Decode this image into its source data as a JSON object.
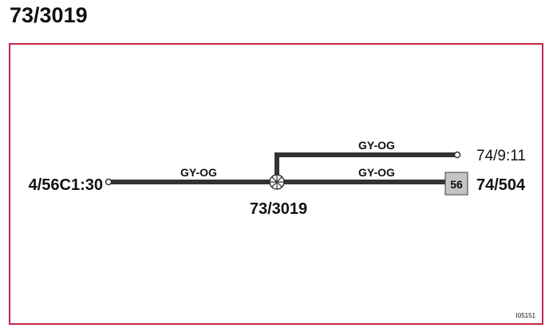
{
  "page": {
    "title": "73/3019"
  },
  "diagram": {
    "frame_color": "#c8264a",
    "wire_color": "#333333",
    "left_connector": "4/56C1:30",
    "splice_label": "73/3019",
    "wire_main": "GY-OG",
    "wire_upper": "GY-OG",
    "wire_lower": "GY-OG",
    "upper_connector": "74/9:11",
    "lower_connector": "74/504",
    "box_pin": "56",
    "ref_code": "I05151"
  }
}
